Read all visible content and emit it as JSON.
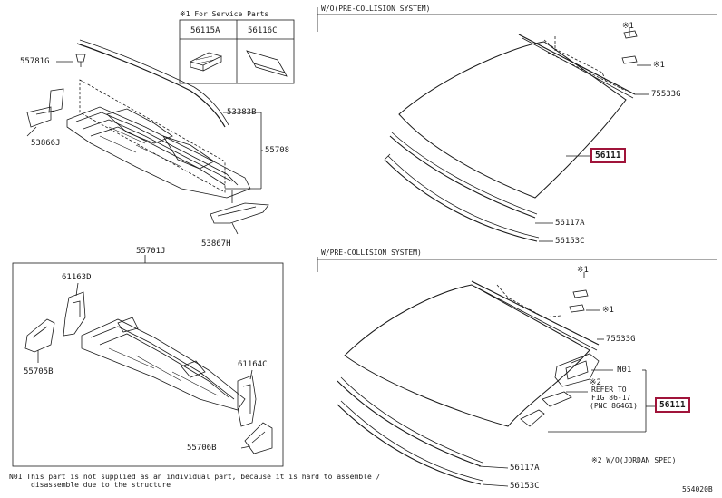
{
  "service_parts": {
    "title": "※1 For Service Parts",
    "parts": [
      "56115A",
      "56116C"
    ]
  },
  "section_top_right": {
    "title": "W/O(PRE-COLLISION SYSTEM)"
  },
  "section_bottom_right": {
    "title": "W/PRE-COLLISION SYSTEM)"
  },
  "labels": {
    "p55781G": "55781G",
    "p53866J": "53866J",
    "p53383B": "53383B",
    "p55708": "55708",
    "p53867H": "53867H",
    "p55701J": "55701J",
    "p61163D": "61163D",
    "p55705B": "55705B",
    "p61164C": "61164C",
    "p55706B": "55706B",
    "top_x1a": "※1",
    "top_x1b": "※1",
    "top_75533G": "75533G",
    "top_56111": "56111",
    "top_56117A": "56117A",
    "top_56153C": "56153C",
    "bot_x1a": "※1",
    "bot_x1b": "※1",
    "bot_75533G": "75533G",
    "bot_N01": "N01",
    "bot_x2": "※2",
    "bot_refer1": "REFER TO",
    "bot_refer2": "FIG 86-17",
    "bot_refer3": "(PNC 86461)",
    "bot_56111": "56111",
    "bot_56117A": "56117A",
    "bot_56153C": "56153C"
  },
  "footnote_x2": "※2 W/O(JORDAN SPEC)",
  "footnote_n01_line1": "N01  This part is not supplied as an individual part, because it is hard to assemble /",
  "footnote_n01_line2": "disassemble due to the structure",
  "figure_code": "554020B",
  "colors": {
    "highlight": "#a0143a",
    "line": "#1a1a1a"
  }
}
